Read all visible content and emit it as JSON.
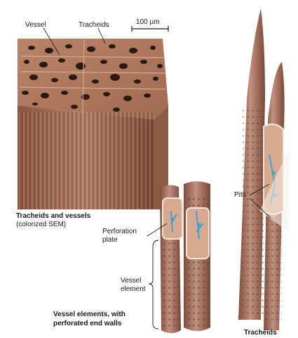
{
  "labels": {
    "vessel": "Vessel",
    "tracheids_top": "Tracheids",
    "scale": "100 µm",
    "sem_title": "Tracheids and vessels",
    "sem_sub": "(colorized SEM)",
    "perforation_1": "Perforation",
    "perforation_2": "plate",
    "vessel_element_1": "Vessel",
    "vessel_element_2": "element",
    "vessel_caption_1": "Vessel elements, with",
    "vessel_caption_2": "perforated end walls",
    "pits": "Pits",
    "tracheids_bottom": "Tracheids"
  },
  "colors": {
    "wood_light": "#c99a7f",
    "wood_mid": "#a8725a",
    "wood_dark": "#6e4032",
    "pore": "#2a1a14",
    "accent_blue": "#3aa0d8"
  }
}
